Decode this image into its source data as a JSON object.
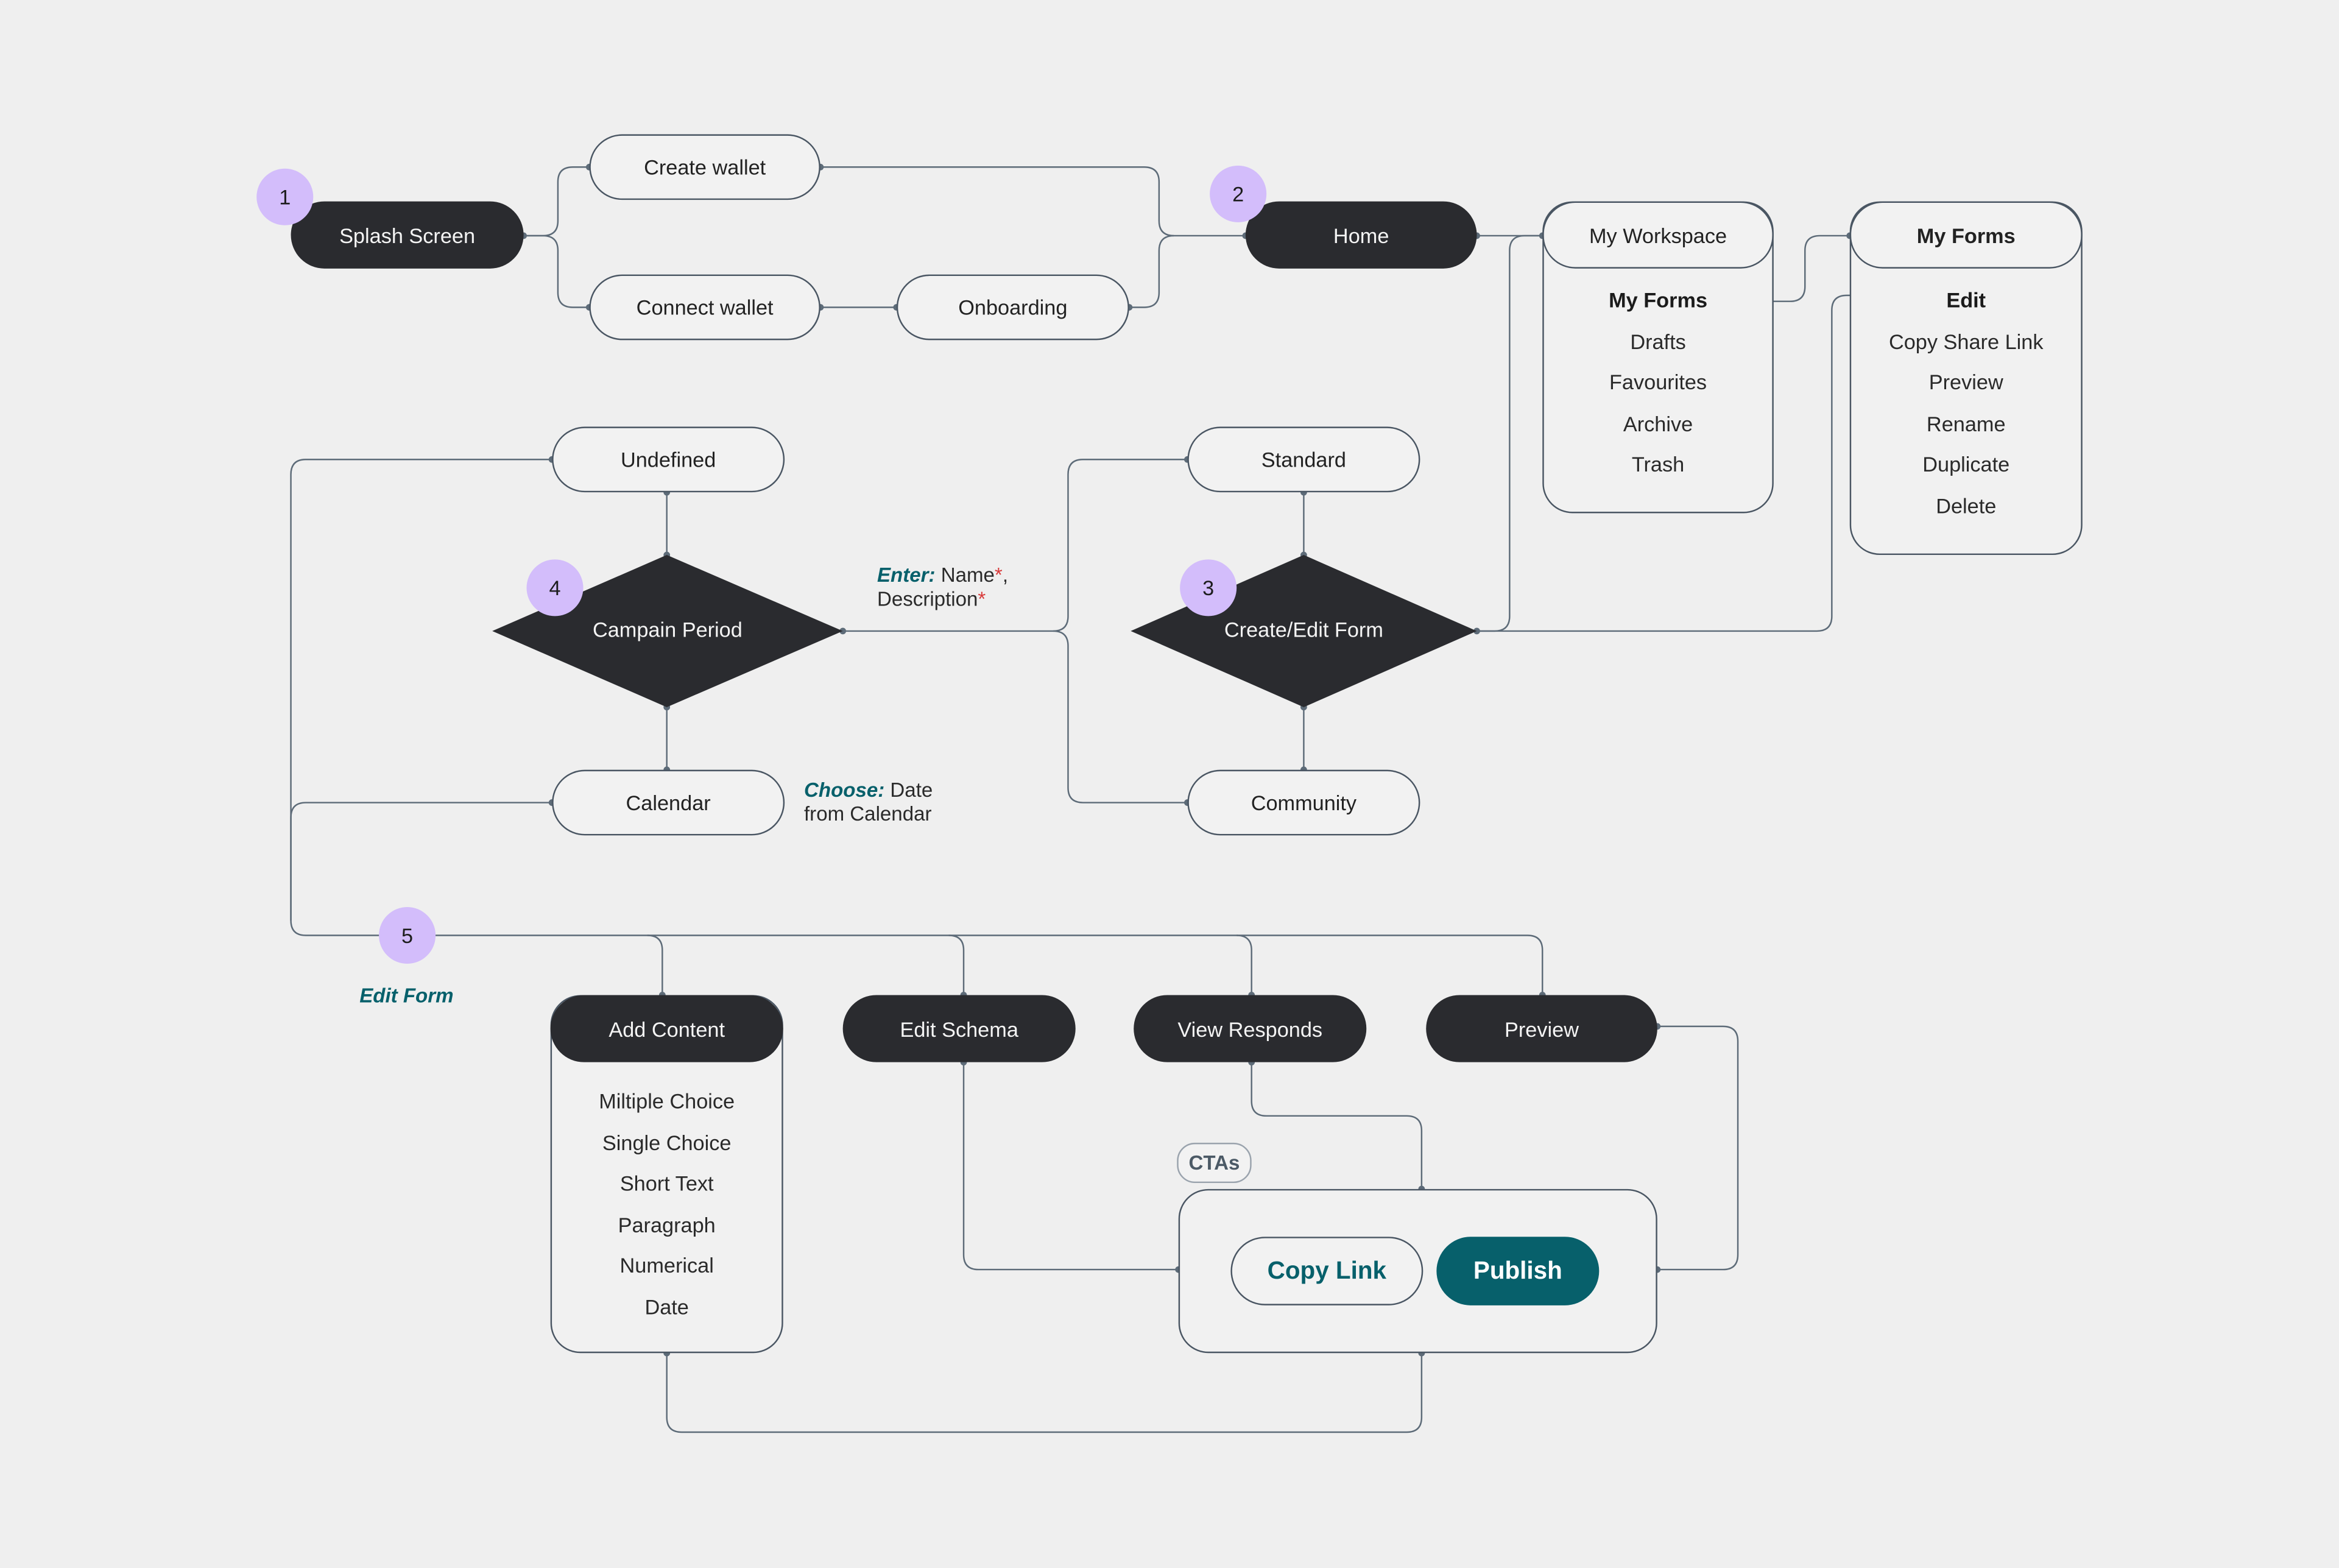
{
  "colors": {
    "background": "#efefef",
    "dark_node": "#2a2b2f",
    "badge": "#d3bdfb",
    "accent": "#07606b",
    "required": "#d83a3a",
    "line": "#4a5663"
  },
  "badges": {
    "b1": "1",
    "b2": "2",
    "b3": "3",
    "b4": "4",
    "b5": "5"
  },
  "nodes": {
    "splash": "Splash Screen",
    "create_wallet": "Create wallet",
    "connect_wallet": "Connect wallet",
    "onboarding": "Onboarding",
    "home": "Home",
    "my_workspace": "My Workspace",
    "my_forms": "My Forms",
    "undefined": "Undefined",
    "campain_period": "Campain Period",
    "calendar": "Calendar",
    "standard": "Standard",
    "create_edit_form": "Create/Edit Form",
    "community": "Community",
    "add_content": "Add Content",
    "edit_schema": "Edit Schema",
    "view_responds": "View Responds",
    "preview": "Preview"
  },
  "workspace_items": [
    "My Forms",
    "Drafts",
    "Favourites",
    "Archive",
    "Trash"
  ],
  "form_actions": [
    "Edit",
    "Copy Share Link",
    "Preview",
    "Rename",
    "Duplicate",
    "Delete"
  ],
  "content_types": [
    "Miltiple Choice",
    "Single Choice",
    "Short Text",
    "Paragraph",
    "Numerical",
    "Date"
  ],
  "notes": {
    "enter_label": "Enter:",
    "enter_name": " Name",
    "required_mark": "*",
    "comma": ",",
    "enter_description": "Description",
    "choose_label": "Choose:",
    "choose_line1": " Date",
    "choose_line2": "from Calendar",
    "edit_form": "Edit Form"
  },
  "ctas": {
    "tag": "CTAs",
    "copy_link": "Copy Link",
    "publish": "Publish"
  }
}
